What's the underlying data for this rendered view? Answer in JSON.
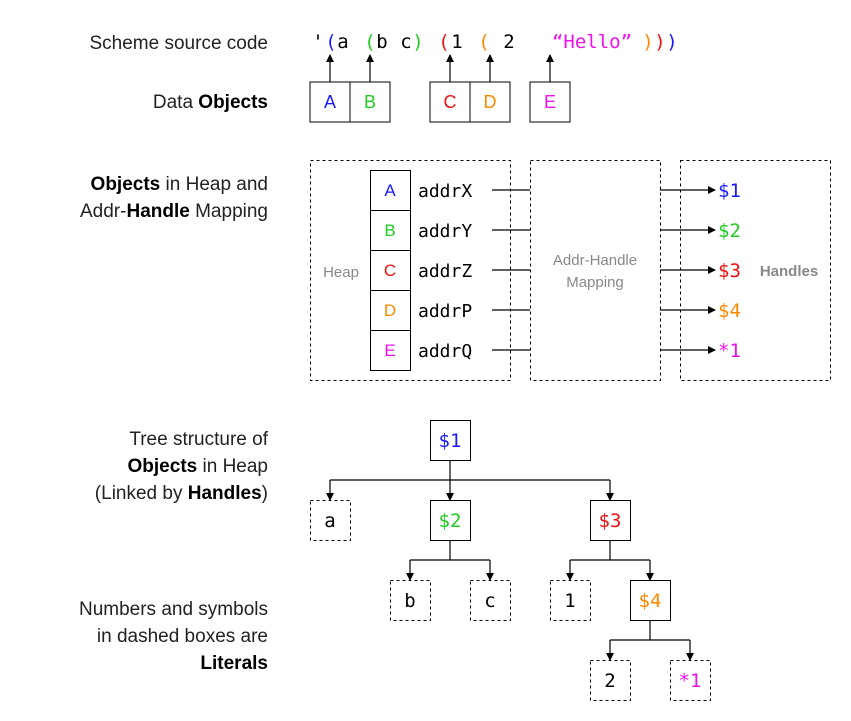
{
  "colors": {
    "blue": "#1a1aff",
    "green": "#22cc22",
    "red": "#ee1111",
    "orange": "#ff8800",
    "magenta": "#ee11ee",
    "gray": "#888888",
    "black": "#000000"
  },
  "left_labels": {
    "source_code": "Scheme source code",
    "data_objects_prefix": "Data ",
    "data_objects_bold": "Objects",
    "heap_line1_bold": "Objects",
    "heap_line1_rest": " in Heap and",
    "heap_line2_prefix": "Addr-",
    "heap_line2_bold": "Handle",
    "heap_line2_rest": " Mapping",
    "tree_line1": "Tree structure of",
    "tree_line2_bold": "Objects",
    "tree_line2_rest": " in Heap",
    "tree_line3_prefix": "(Linked by ",
    "tree_line3_bold": "Handles",
    "tree_line3_suffix": ")",
    "literals_line1": "Numbers and symbols",
    "literals_line2": "in dashed boxes are",
    "literals_line3_bold": "Literals"
  },
  "source_code": {
    "quote": "'",
    "open_a": "(",
    "a": "a",
    "open_b": "(",
    "b": "b",
    "c": "c",
    "close_b": ")",
    "open_c": "(",
    "one": "1",
    "open_d": "(",
    "two": "2",
    "hello": "“Hello”",
    "close_d": ")",
    "close_c": ")",
    "close_a": ")"
  },
  "data_objects": [
    "A",
    "B",
    "C",
    "D",
    "E"
  ],
  "heap": {
    "label": "Heap",
    "objects": [
      "A",
      "B",
      "C",
      "D",
      "E"
    ],
    "addresses": [
      "addrX",
      "addrY",
      "addrZ",
      "addrP",
      "addrQ"
    ]
  },
  "mapping_label_line1": "Addr-Handle",
  "mapping_label_line2": "Mapping",
  "handles": {
    "label": "Handles",
    "items": [
      "$1",
      "$2",
      "$3",
      "$4",
      "*1"
    ]
  },
  "tree": {
    "root": "$1",
    "root_children": [
      "a",
      "$2",
      "$3"
    ],
    "h2_children": [
      "b",
      "c"
    ],
    "h3_children": [
      "1",
      "$4"
    ],
    "h4_children": [
      "2",
      "*1"
    ]
  }
}
